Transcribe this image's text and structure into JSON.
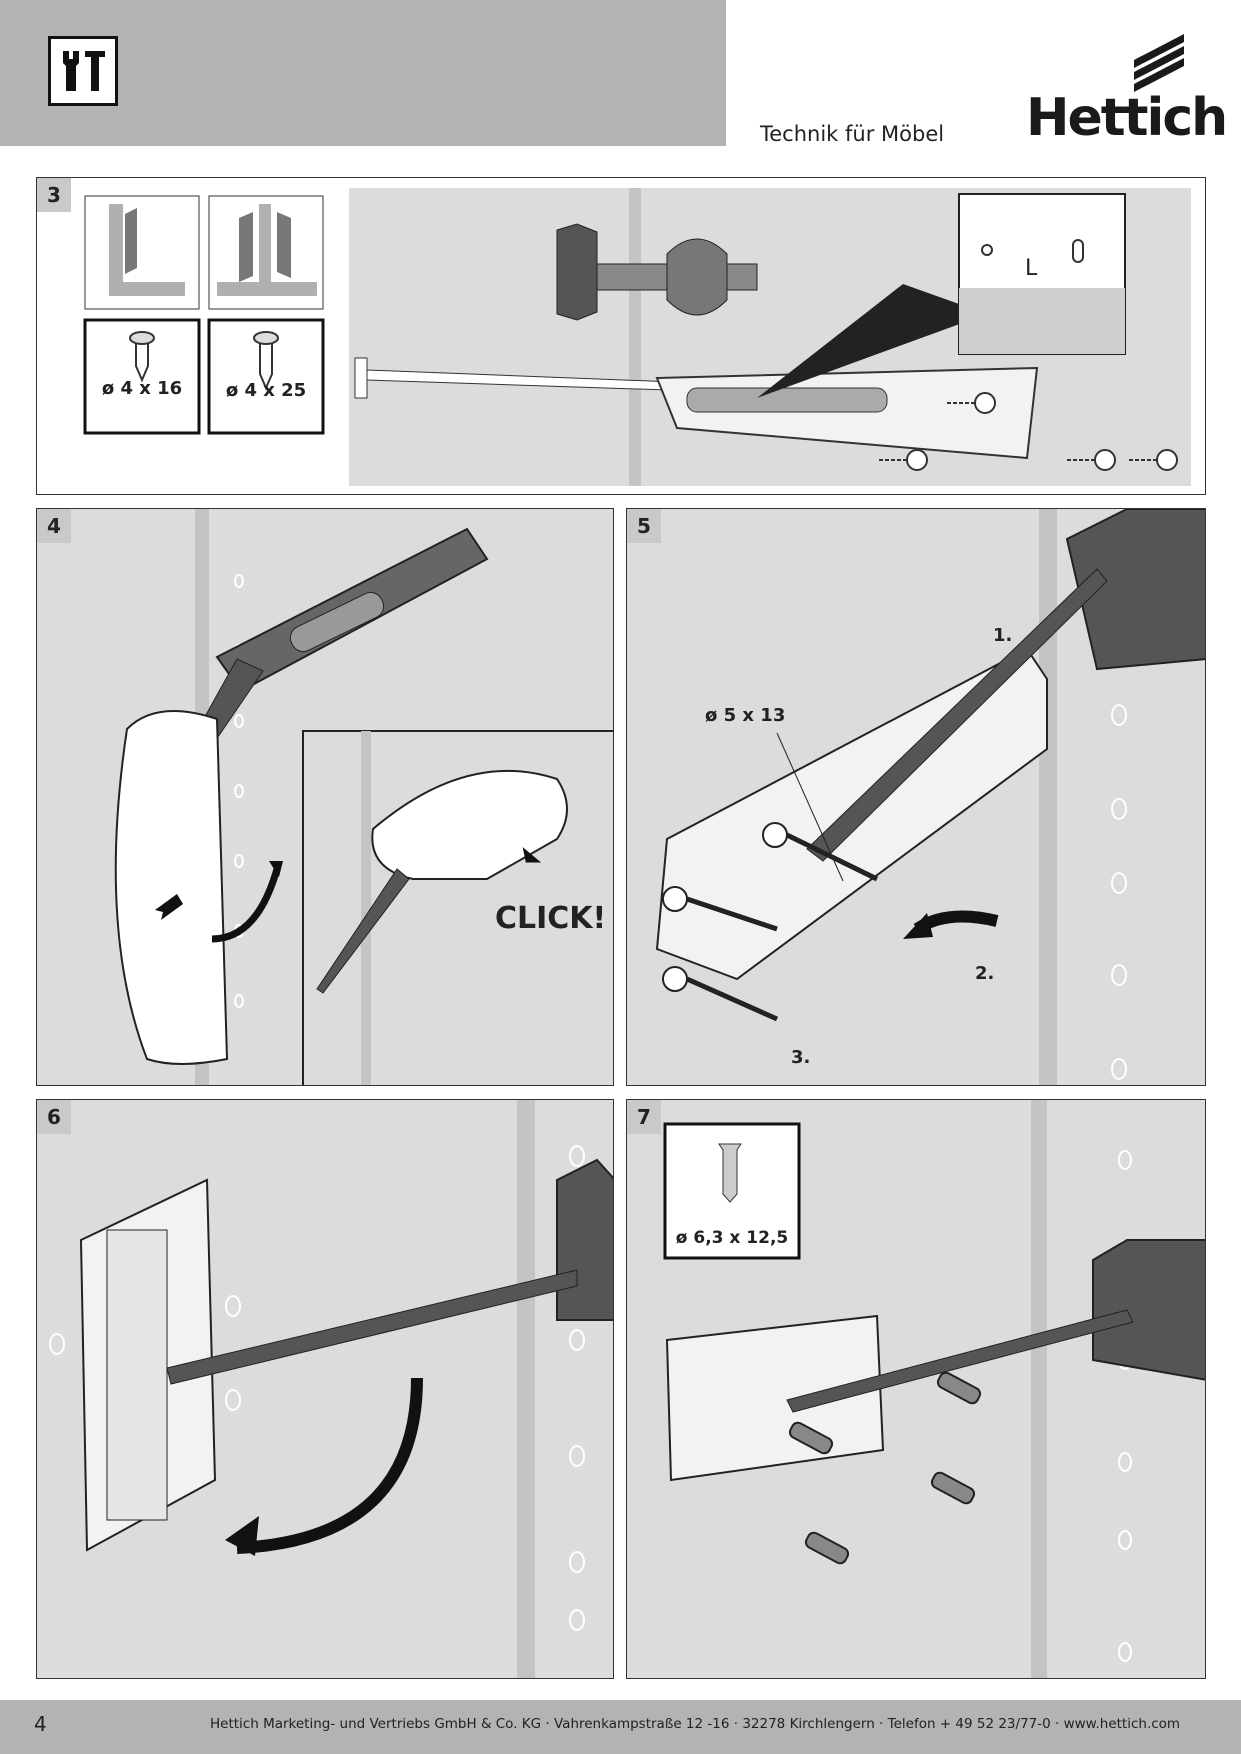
{
  "header": {
    "tagline": "Technik für Möbel",
    "brand": "Hettich",
    "tool_icon": "assembly-tools-icon"
  },
  "steps": {
    "s3": {
      "number": "3",
      "screw_a": "ø 4 x 16",
      "screw_b": "ø 4 x 25",
      "detail_letter": "L"
    },
    "s4": {
      "number": "4",
      "click_text": "CLICK!"
    },
    "s5": {
      "number": "5",
      "screw": "ø 5 x 13",
      "order_1": "1.",
      "order_2": "2.",
      "order_3": "3."
    },
    "s6": {
      "number": "6"
    },
    "s7": {
      "number": "7",
      "screw": "ø 6,3 x 12,5"
    }
  },
  "footer": {
    "page": "4",
    "address": "Hettich Marketing- und Vertriebs GmbH & Co. KG · Vahrenkampstraße 12 -16 · 32278 Kirchlengern · Telefon + 49 52 23/77-0 · www.hettich.com"
  },
  "colors": {
    "band": "#b3b3b3",
    "panel_bg": "#dcdcdc",
    "part_dark": "#555555"
  }
}
